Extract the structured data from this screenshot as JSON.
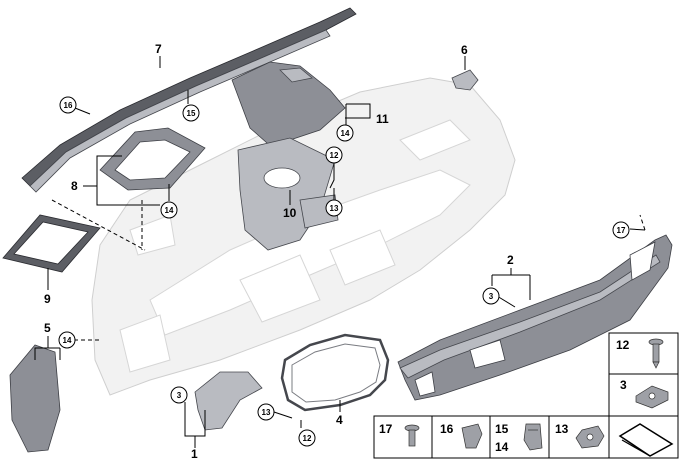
{
  "callouts": {
    "c1": "1",
    "c2": "2",
    "c3a": "3",
    "c3b": "3",
    "c4": "4",
    "c5": "5",
    "c6": "6",
    "c7": "7",
    "c8": "8",
    "c9": "9",
    "c10": "10",
    "c11": "11",
    "c12a": "12",
    "c12b": "12",
    "c13a": "13",
    "c13b": "13",
    "c14a": "14",
    "c14b": "14",
    "c14c": "14",
    "c15": "15",
    "c16": "16",
    "c17": "17"
  },
  "hardware_legend": {
    "r12": "12",
    "r3": "3",
    "b17": "17",
    "b16": "16",
    "b15": "15",
    "b14": "14",
    "b13": "13"
  },
  "colors": {
    "part_dark": "#5c5e64",
    "part_mid": "#8d8f96",
    "dashboard_ghost": "#f2f2f2"
  }
}
